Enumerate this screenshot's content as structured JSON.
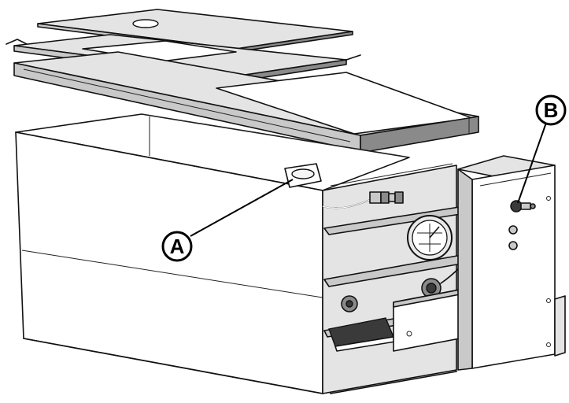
{
  "diagram": {
    "callouts": [
      {
        "id": "A",
        "label": "A"
      },
      {
        "id": "B",
        "label": "B"
      }
    ]
  },
  "colors": {
    "line": "#111111",
    "shade_light": "#e4e4e4",
    "shade_mid": "#c9c9c9",
    "shade_dark": "#8a8a8a"
  }
}
